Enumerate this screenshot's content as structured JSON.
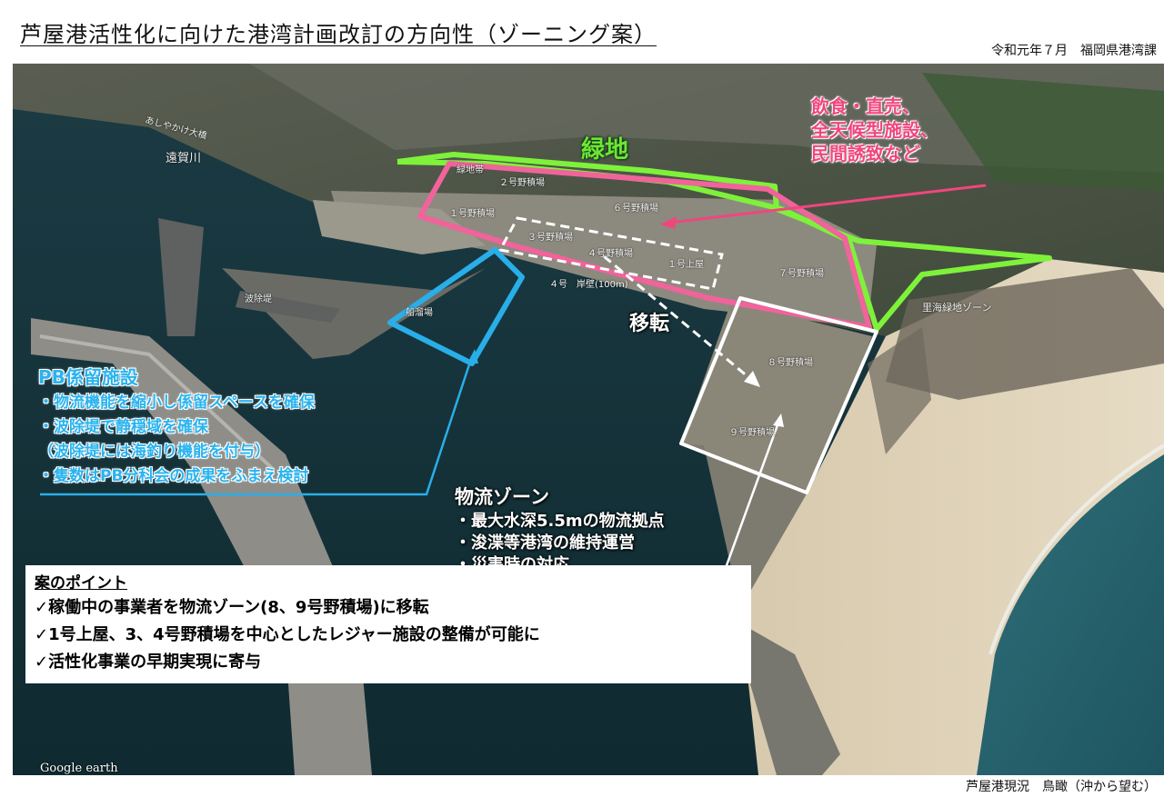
{
  "header": {
    "title": "芦屋港活性化に向けた港湾計画改訂の方向性（ゾーニング案）",
    "org": "令和元年７月　福岡県港湾課"
  },
  "caption": "芦屋港現況　鳥瞰（沖から望む）",
  "zones": {
    "green_label": "緑地",
    "pink_lines": [
      "飲食・直売、",
      "全天候型施設、",
      "民間誘致など"
    ],
    "move_label": "移転",
    "pb": {
      "title": "PB係留施設",
      "lines": [
        "・物流機能を縮小し係留スペースを確保",
        "・波除堤で静穏域を確保",
        "（波除堤には海釣り機能を付与）",
        "・隻数はPB分科会の成果をふまえ検討"
      ]
    },
    "logistics": {
      "title": "物流ゾーン",
      "lines": [
        "・最大水深5.5mの物流拠点",
        "・浚渫等港湾の維持運営",
        "・災害時の対応"
      ]
    }
  },
  "map_labels": {
    "bridge": "あしやかけ大橋",
    "river": "遠賀川",
    "green_strip": "緑地帯",
    "yard1": "１号野積場",
    "yard2": "２号野積場",
    "yard3": "３号野積場",
    "yard4": "４号野積場",
    "yard6": "６号野積場",
    "yard7": "７号野積場",
    "yard8": "８号野積場",
    "yard9": "９号野積場",
    "shed1": "１号上屋",
    "quay4": "４号　岸壁(100m)",
    "shelter": "船溜場",
    "breakwater": "波除堤",
    "seaside": "里海緑地ゾーン",
    "google": "Google earth"
  },
  "points": {
    "heading": "案のポイント",
    "items": [
      "✓稼働中の事業者を物流ゾーン(8、9号野積場)に移転",
      "✓1号上屋、3、4号野積場を中心としたレジャー施設の整備が可能に",
      "✓活性化事業の早期実現に寄与"
    ]
  },
  "colors": {
    "pink": "#f0467e",
    "green": "#6ee635",
    "blue": "#2ab3ef",
    "white": "#ffffff"
  }
}
